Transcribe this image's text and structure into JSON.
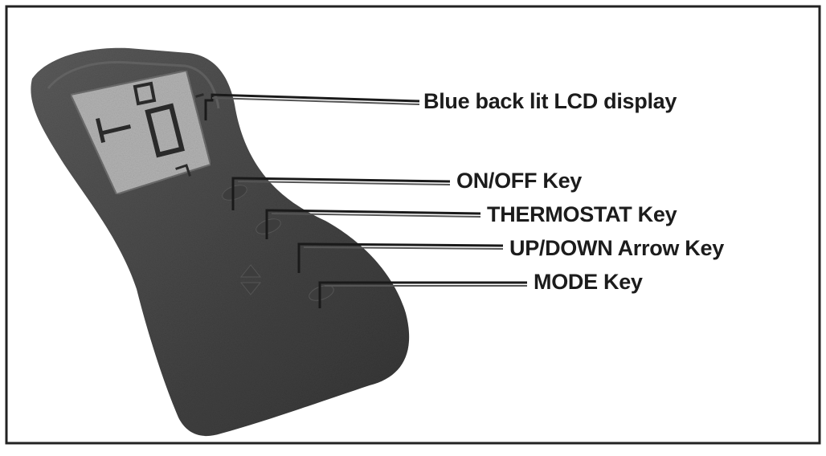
{
  "callouts": {
    "lcd": "Blue back lit LCD display",
    "on_off": "ON/OFF Key",
    "thermostat": "THERMOSTAT Key",
    "up_down": "UP/DOWN Arrow Key",
    "mode": "MODE Key"
  },
  "lcd_readout": {
    "digit": "0"
  },
  "colors": {
    "frame": "#222222",
    "remote_body": "#4a4a4a",
    "lcd": "#b4b4b4",
    "leader": "#1a1a1a"
  }
}
